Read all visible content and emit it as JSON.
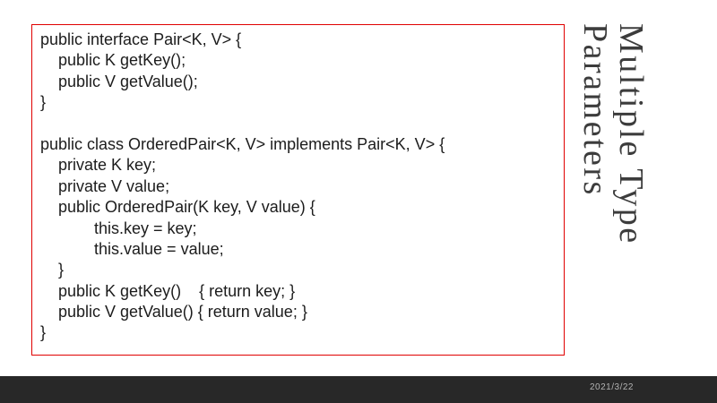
{
  "slide": {
    "title": {
      "line1": "Multiple Type",
      "line2": "Parameters"
    },
    "code": {
      "lines": [
        "public interface Pair<K, V> {",
        "    public K getKey();",
        "    public V getValue();",
        "}",
        "",
        "public class OrderedPair<K, V> implements Pair<K, V> {",
        "    private K key;",
        "    private V value;",
        "    public OrderedPair(K key, V value) {",
        "            this.key = key;",
        "            this.value = value;",
        "    }",
        "    public K getKey()    { return key; }",
        "    public V getValue() { return value; }",
        "}"
      ]
    },
    "footer": {
      "date": "2021/3/22"
    },
    "colors": {
      "slide_bg": "#ffffff",
      "code_border": "#e00000",
      "code_text": "#1c1c1c",
      "title_text": "#3c3c3c",
      "footer_bg": "#282828",
      "footer_text": "#b3b3b3"
    }
  }
}
